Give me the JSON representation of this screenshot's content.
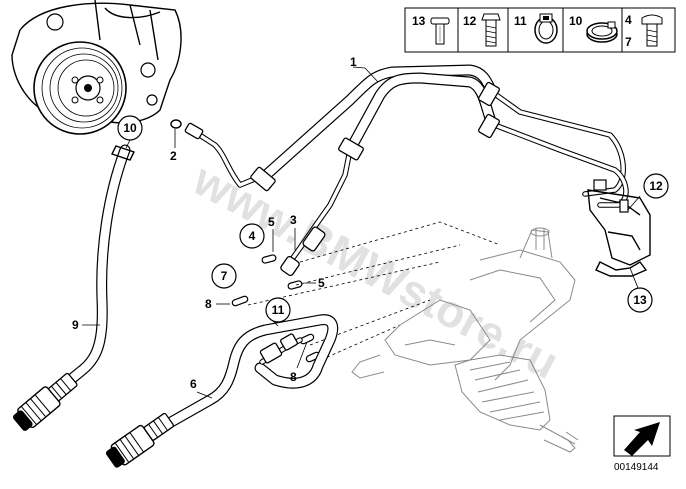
{
  "watermark": "www.BMWstore.ru",
  "diagram_id": "00149144",
  "legend": {
    "cells": [
      {
        "number": "13",
        "icon": "rivet-icon"
      },
      {
        "number": "12",
        "icon": "bolt-icon"
      },
      {
        "number": "11",
        "icon": "hose-clip-icon"
      },
      {
        "number": "10",
        "icon": "hose-clamp-icon"
      },
      {
        "number": "4",
        "number2": "7",
        "icon": "banjo-bolt-icon"
      }
    ]
  },
  "labels": {
    "p1": "1",
    "p2": "2",
    "p3": "3",
    "p4": "4",
    "p5a": "5",
    "p5b": "5",
    "p6": "6",
    "p7": "7",
    "p8a": "8",
    "p8b": "8",
    "p9": "9",
    "p10": "10",
    "p11": "11",
    "p12": "12",
    "p13": "13"
  }
}
